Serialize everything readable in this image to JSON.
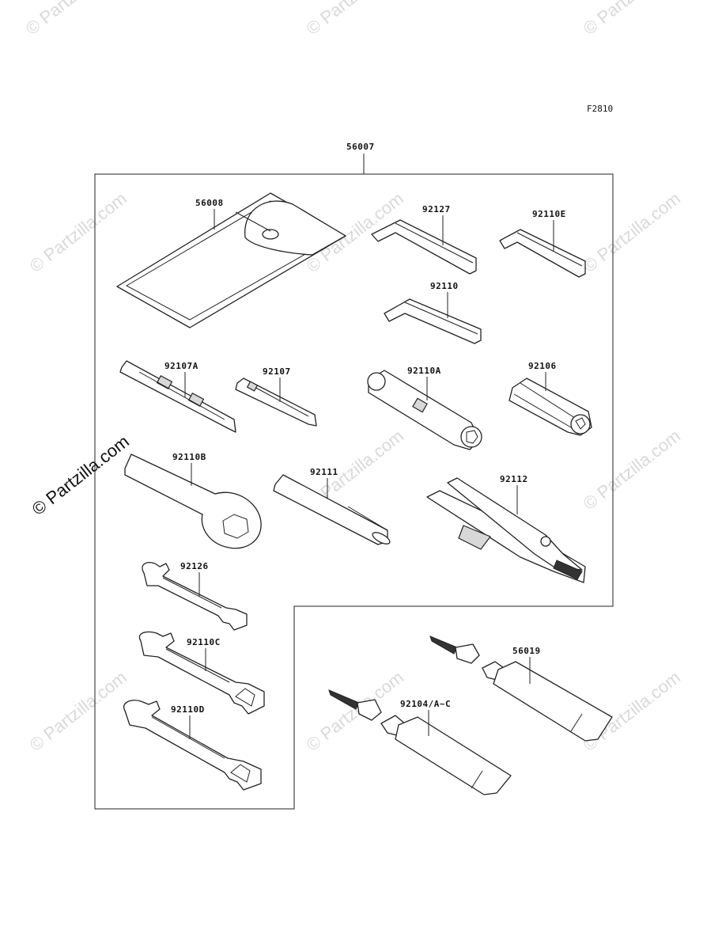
{
  "figure_code": "F2810",
  "kit_number": "56007",
  "watermark": {
    "text": "© Partzilla.com",
    "primary_text": "© Partzilla.com"
  },
  "parts": [
    {
      "id": "56008",
      "label": "56008"
    },
    {
      "id": "92127",
      "label": "92127"
    },
    {
      "id": "92110E",
      "label": "92110E"
    },
    {
      "id": "92110",
      "label": "92110"
    },
    {
      "id": "92107A",
      "label": "92107A"
    },
    {
      "id": "92107",
      "label": "92107"
    },
    {
      "id": "92110A",
      "label": "92110A"
    },
    {
      "id": "92106",
      "label": "92106"
    },
    {
      "id": "92110B",
      "label": "92110B"
    },
    {
      "id": "92111",
      "label": "92111"
    },
    {
      "id": "92112",
      "label": "92112"
    },
    {
      "id": "92126",
      "label": "92126"
    },
    {
      "id": "92110C",
      "label": "92110C"
    },
    {
      "id": "92110D",
      "label": "92110D"
    },
    {
      "id": "56019",
      "label": "56019"
    },
    {
      "id": "92104",
      "label": "92104/A~C"
    }
  ]
}
